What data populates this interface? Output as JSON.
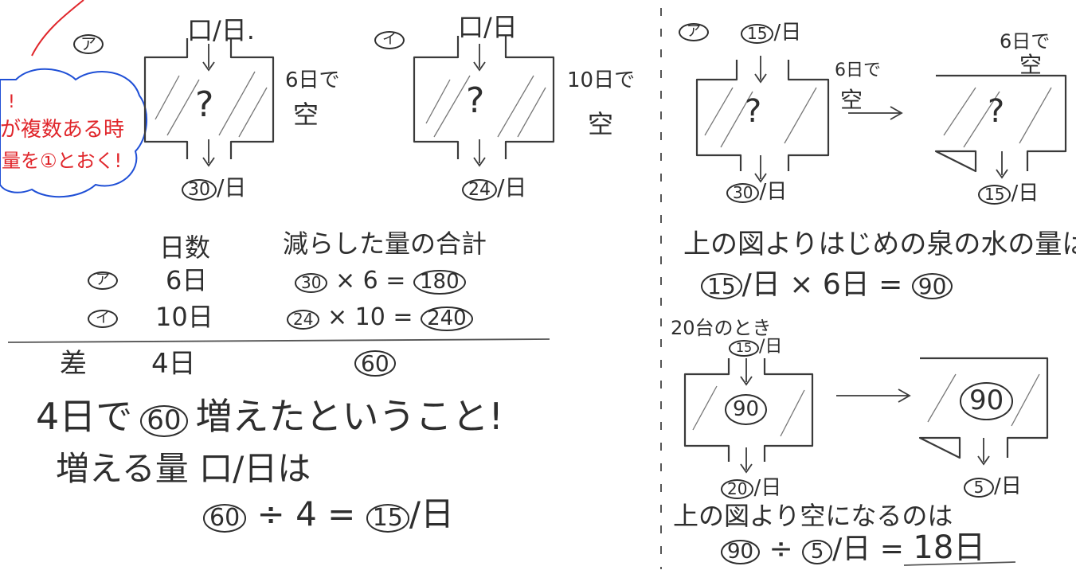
{
  "callout": {
    "line1": "が複数ある時",
    "line2": "量を①とおく!",
    "red_mark": "!"
  },
  "left": {
    "a_label": "ア",
    "i_label": "イ",
    "a_in": "口/日.",
    "i_in": "口/日",
    "a_question": "?",
    "i_question": "?",
    "a_days": "6日で",
    "a_empty": "空",
    "i_days": "10日で",
    "i_empty": "空",
    "a_out_num": "30",
    "a_out_unit": "/日",
    "i_out_num": "24",
    "i_out_unit": "/日",
    "table": {
      "header_days": "日数",
      "header_total": "減らした量の合計",
      "row_a_label": "ア",
      "row_a_days": "6日",
      "row_a_calc_num": "30",
      "row_a_calc": "× 6 =",
      "row_a_result": "180",
      "row_i_label": "イ",
      "row_i_days": "10日",
      "row_i_calc_num": "24",
      "row_i_calc": "× 10 =",
      "row_i_result": "240",
      "diff_label": "差",
      "diff_days": "4日",
      "diff_result": "60"
    },
    "conclusion": {
      "line1_pre": "4日で",
      "line1_num": "60",
      "line1_post": "増えたということ!",
      "line2": "増える量 口/日は",
      "calc_num": "60",
      "calc_mid": "÷ 4 =",
      "calc_result": "15",
      "calc_unit": "/日"
    }
  },
  "right": {
    "a_label": "ア",
    "in_num": "15",
    "in_unit": "/日",
    "days": "6日で",
    "empty": "空",
    "q1": "?",
    "q2": "?",
    "right_days": "6日で",
    "right_empty": "空",
    "out_num": "30",
    "out_unit": "/日",
    "right_out_num": "15",
    "right_out_unit": "/日",
    "sentence1": "上の図よりはじめの泉の水の量は,",
    "calc1_num": "15",
    "calc1_mid": "/日 × 6日 =",
    "calc1_result": "90",
    "case_label": "20台のとき",
    "case_in_num": "15",
    "case_in_unit": "/日",
    "case_box_num": "90",
    "case_right_box_num": "90",
    "case_out_num": "20",
    "case_out_unit": "/日",
    "case_right_out_num": "5",
    "case_right_out_unit": "/日",
    "sentence2": "上の図より空になるのは",
    "calc2_num": "90",
    "calc2_mid": "÷",
    "calc2_div": "5",
    "calc2_unit": "/日 =",
    "calc2_result": "18日"
  },
  "colors": {
    "ink": "#2e2e2e",
    "red": "#e0262b",
    "blue": "#1f4fd6"
  }
}
